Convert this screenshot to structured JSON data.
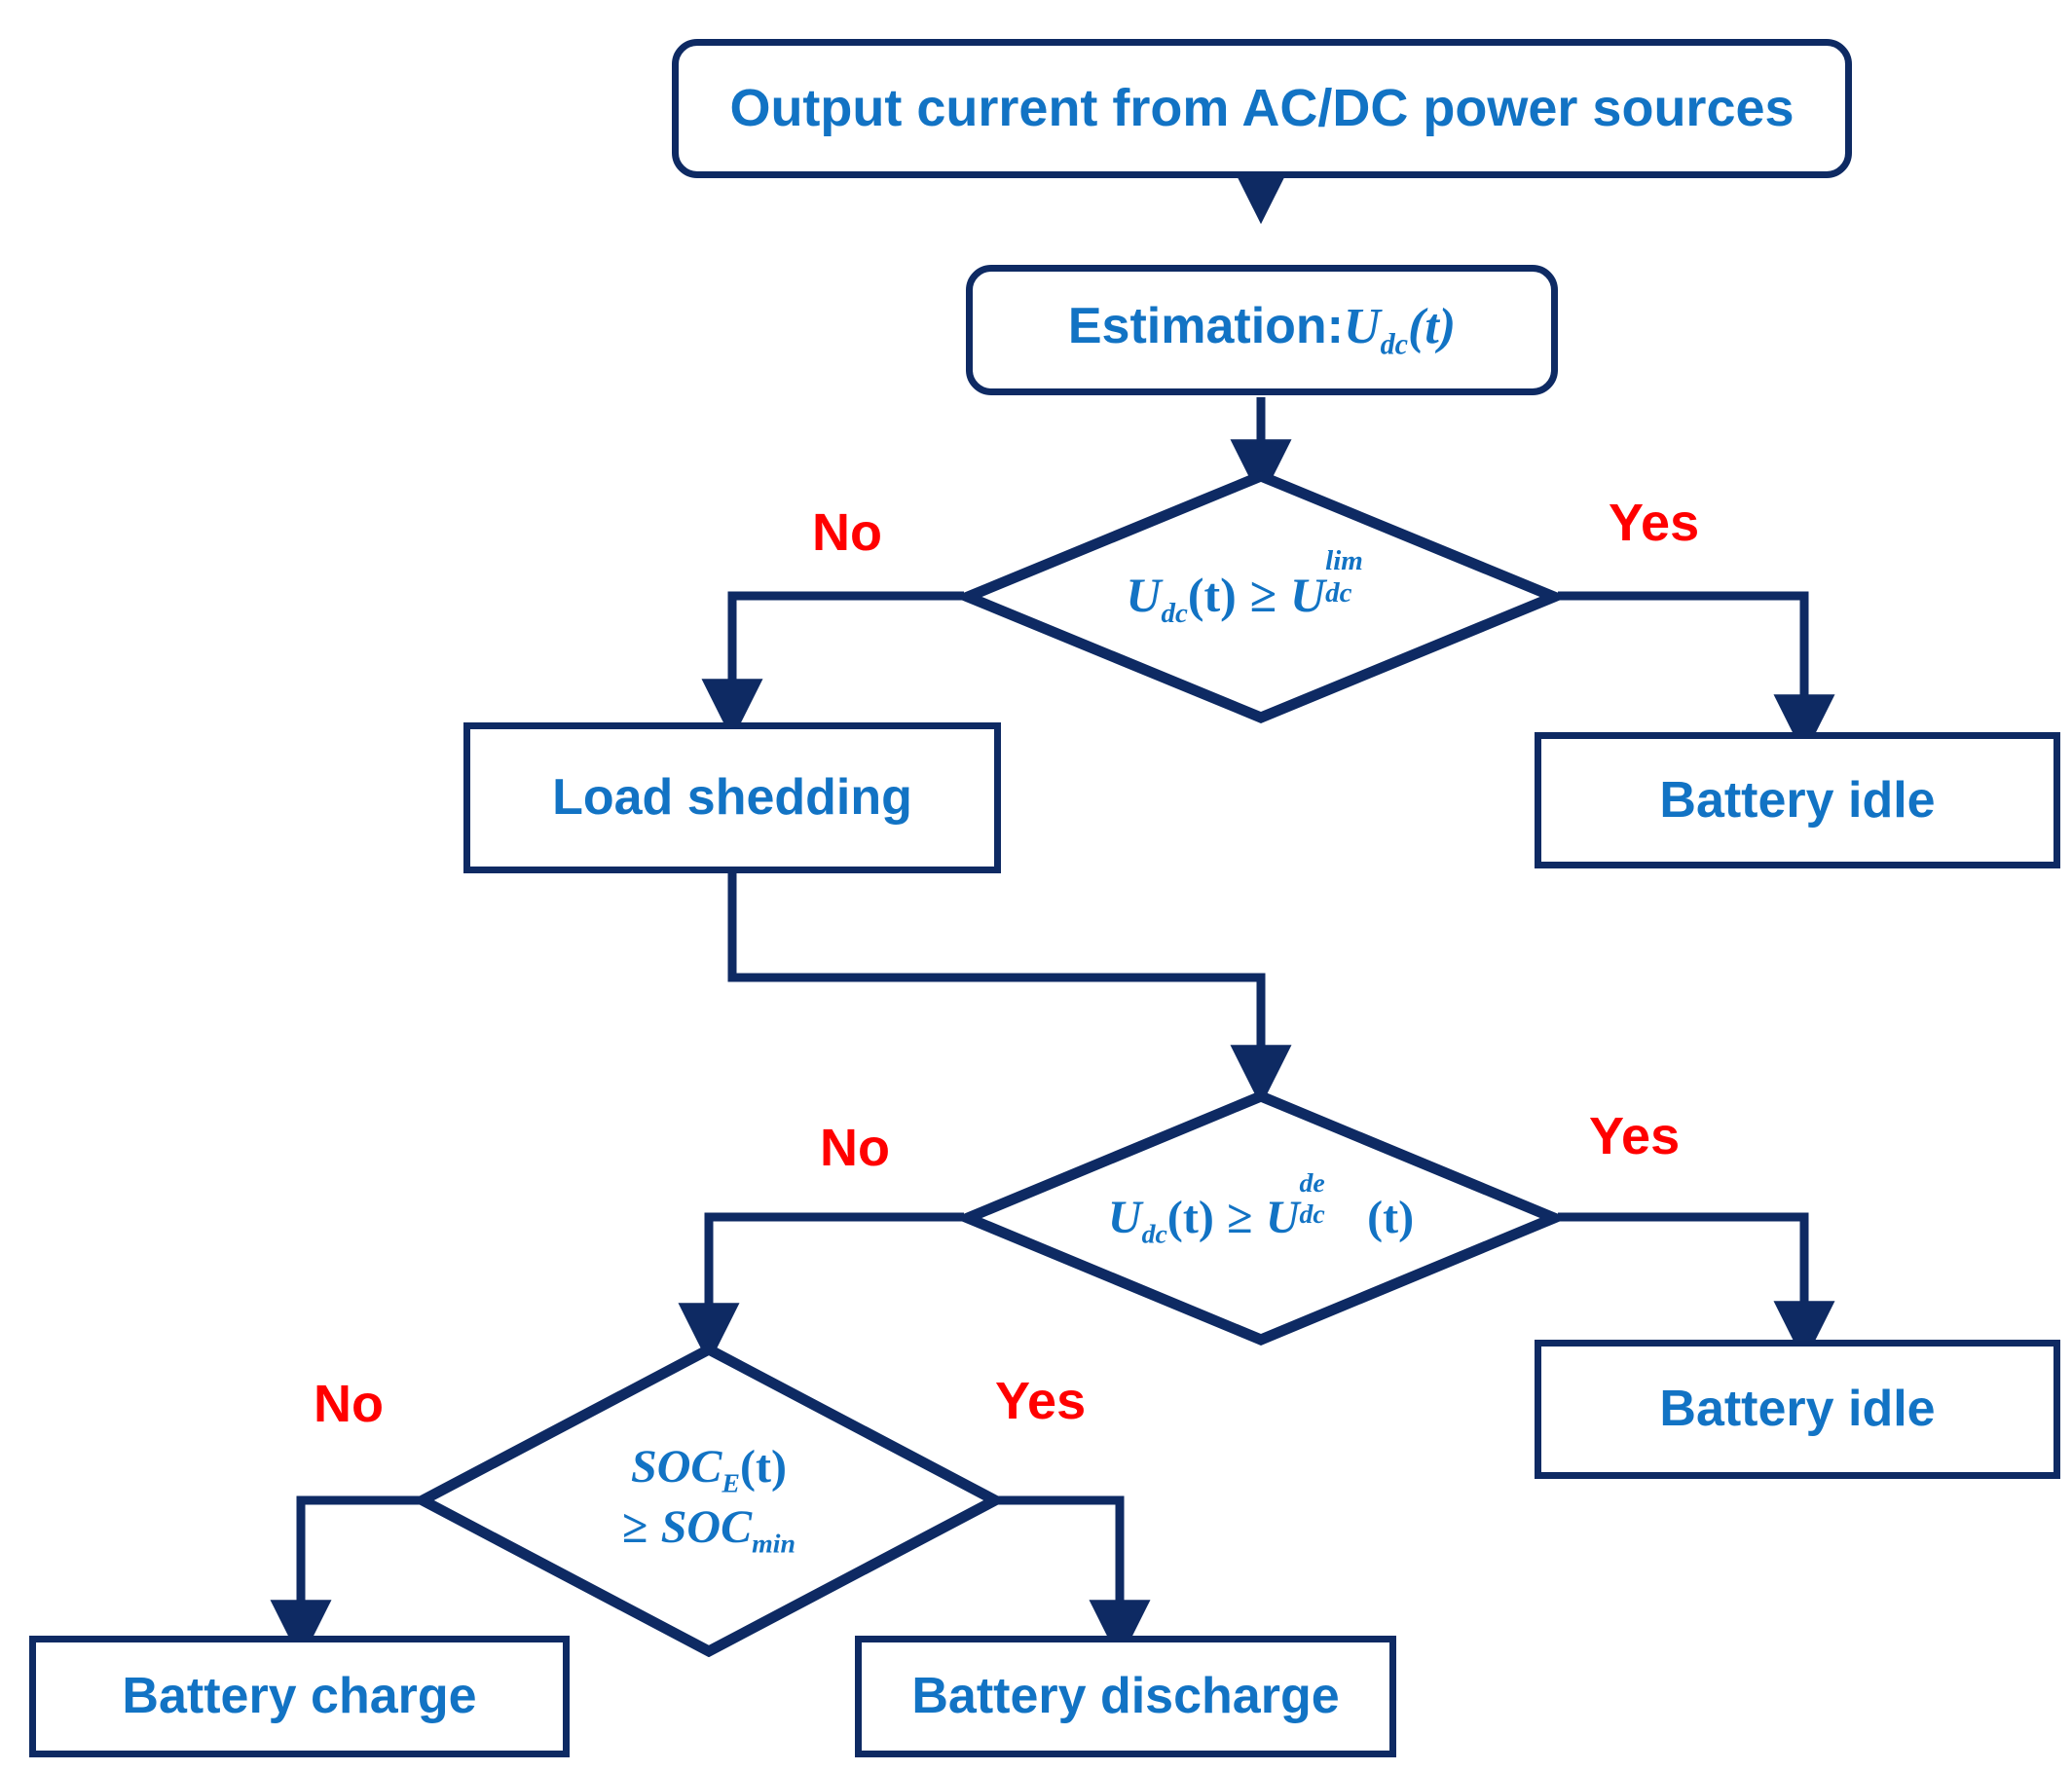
{
  "diagram": {
    "type": "flowchart",
    "title": "Battery / DC-bus voltage control flowchart",
    "colors": {
      "node_border": "#0e2a63",
      "node_text": "#1273c4",
      "branch_label": "#ff0000",
      "connector": "#0e2a63",
      "background": "#ffffff"
    },
    "nodes": [
      {
        "id": "start",
        "shape": "rounded-rectangle",
        "label": "Output current from AC/DC power sources"
      },
      {
        "id": "estimation",
        "shape": "rounded-rectangle",
        "label_prefix": "Estimation:",
        "label_var": "U",
        "label_sub": "dc",
        "label_arg": "(t)"
      },
      {
        "id": "decision-1",
        "shape": "diamond",
        "expr_lhs_var": "U",
        "expr_lhs_sub": "dc",
        "expr_lhs_arg": "(t)",
        "expr_op": "≥",
        "expr_rhs_var": "U",
        "expr_rhs_sup": "lim",
        "expr_rhs_sub": "dc"
      },
      {
        "id": "load-shedding",
        "shape": "rectangle",
        "label": "Load shedding"
      },
      {
        "id": "battery-idle-1",
        "shape": "rectangle",
        "label": "Battery idle"
      },
      {
        "id": "decision-2",
        "shape": "diamond",
        "expr_lhs_var": "U",
        "expr_lhs_sub": "dc",
        "expr_lhs_arg": "(t)",
        "expr_op": "≥",
        "expr_rhs_var": "U",
        "expr_rhs_sup": "de",
        "expr_rhs_sub": "dc",
        "expr_rhs_arg": "(t)"
      },
      {
        "id": "battery-idle-2",
        "shape": "rectangle",
        "label": "Battery idle"
      },
      {
        "id": "decision-3",
        "shape": "diamond",
        "expr_line1_var": "SOC",
        "expr_line1_sub": "E",
        "expr_line1_arg": "(t)",
        "expr_line2_op": "≥",
        "expr_line2_var": "SOC",
        "expr_line2_sub": "min"
      },
      {
        "id": "battery-charge",
        "shape": "rectangle",
        "label": "Battery charge"
      },
      {
        "id": "battery-discharge",
        "shape": "rectangle",
        "label": "Battery discharge"
      }
    ],
    "branch_labels": [
      {
        "id": "d1-no",
        "text": "No",
        "from": "decision-1",
        "to": "load-shedding"
      },
      {
        "id": "d1-yes",
        "text": "Yes",
        "from": "decision-1",
        "to": "battery-idle-1"
      },
      {
        "id": "d2-no",
        "text": "No",
        "from": "decision-2",
        "to": "decision-3"
      },
      {
        "id": "d2-yes",
        "text": "Yes",
        "from": "decision-2",
        "to": "battery-idle-2"
      },
      {
        "id": "d3-no",
        "text": "No",
        "from": "decision-3",
        "to": "battery-charge"
      },
      {
        "id": "d3-yes",
        "text": "Yes",
        "from": "decision-3",
        "to": "battery-discharge"
      }
    ]
  }
}
